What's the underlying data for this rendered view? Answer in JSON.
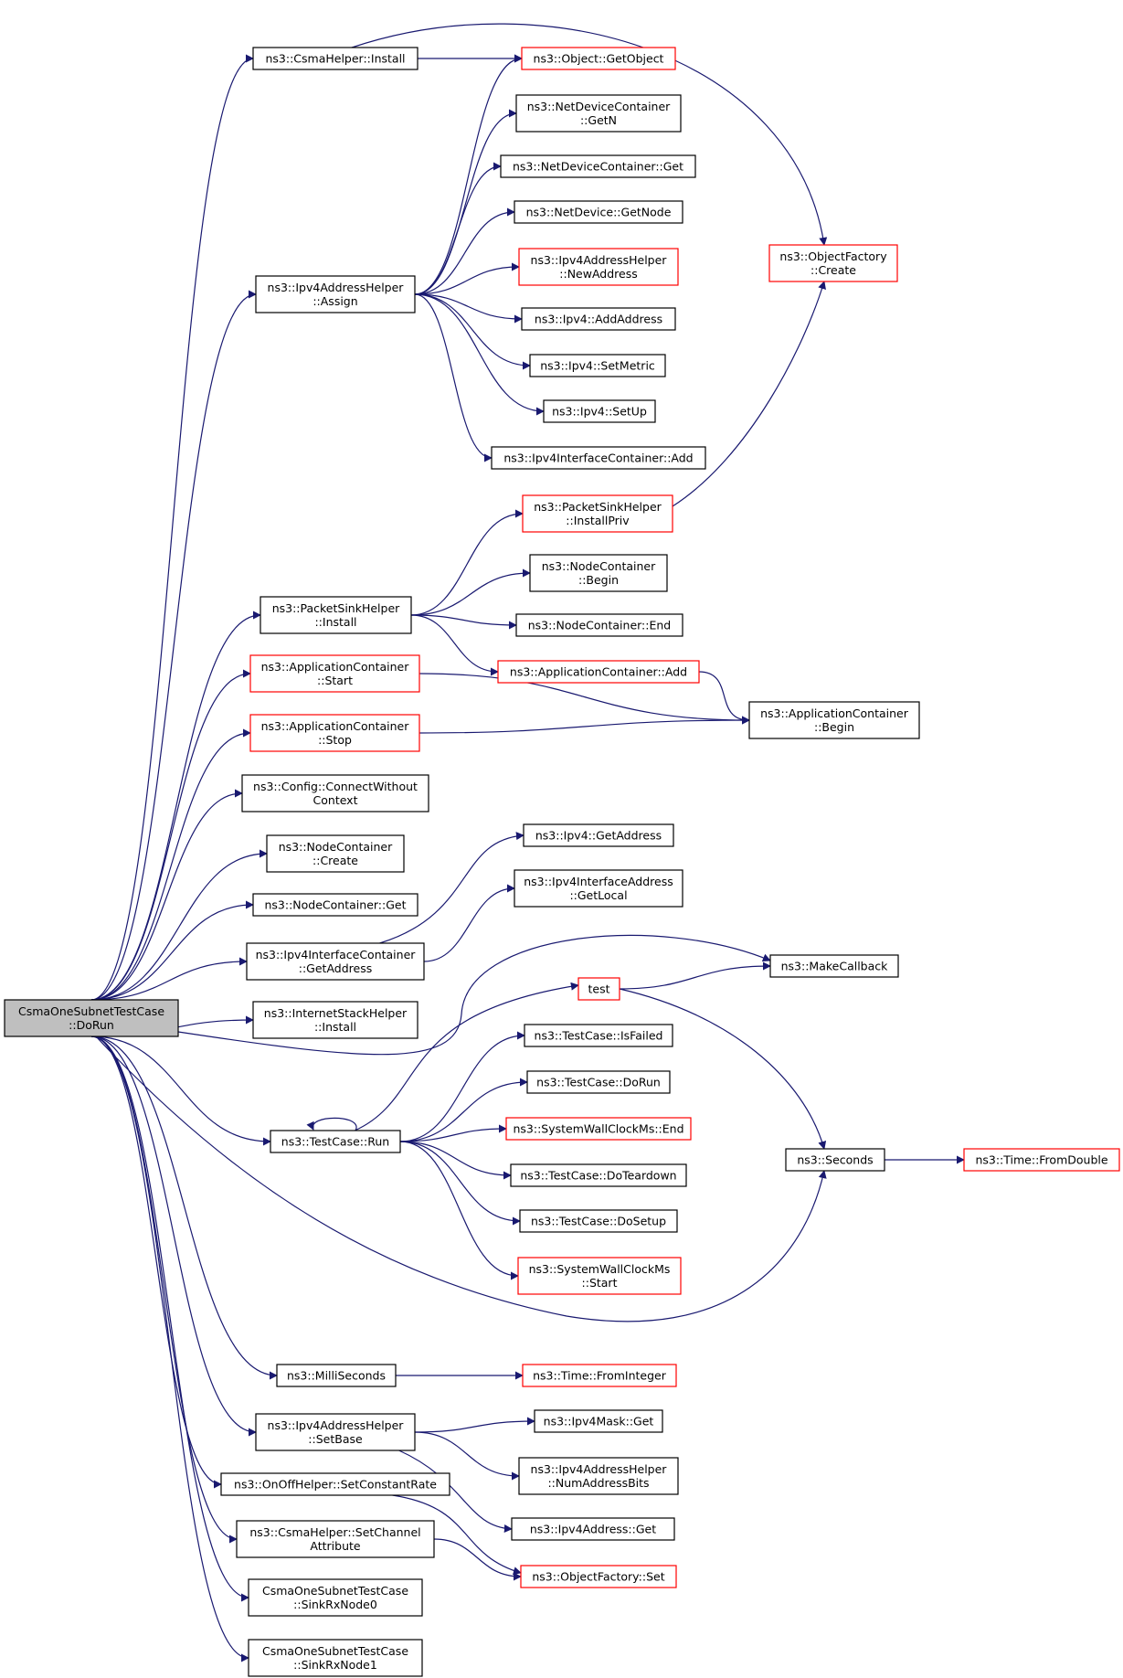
{
  "edge_color": "#191970",
  "red_border_color": "#ff0000",
  "root_fill_color": "#bfbfbf",
  "nodes": [
    {
      "id": "root",
      "lines": [
        "CsmaOneSubnetTestCase",
        "::DoRun"
      ],
      "style": "root"
    },
    {
      "id": "csma_install",
      "lines": [
        "ns3::CsmaHelper::Install"
      ],
      "style": "black"
    },
    {
      "id": "getobject",
      "lines": [
        "ns3::Object::GetObject"
      ],
      "style": "red"
    },
    {
      "id": "ndc_getn",
      "lines": [
        "ns3::NetDeviceContainer",
        "::GetN"
      ],
      "style": "black"
    },
    {
      "id": "ndc_get",
      "lines": [
        "ns3::NetDeviceContainer::Get"
      ],
      "style": "black"
    },
    {
      "id": "nd_getnode",
      "lines": [
        "ns3::NetDevice::GetNode"
      ],
      "style": "black"
    },
    {
      "id": "of_create",
      "lines": [
        "ns3::ObjectFactory",
        "::Create"
      ],
      "style": "red"
    },
    {
      "id": "ipv4ah_assign",
      "lines": [
        "ns3::Ipv4AddressHelper",
        "::Assign"
      ],
      "style": "black"
    },
    {
      "id": "ipv4ah_newaddr",
      "lines": [
        "ns3::Ipv4AddressHelper",
        "::NewAddress"
      ],
      "style": "red"
    },
    {
      "id": "ipv4_addaddr",
      "lines": [
        "ns3::Ipv4::AddAddress"
      ],
      "style": "black"
    },
    {
      "id": "ipv4_setmetric",
      "lines": [
        "ns3::Ipv4::SetMetric"
      ],
      "style": "black"
    },
    {
      "id": "ipv4_setup",
      "lines": [
        "ns3::Ipv4::SetUp"
      ],
      "style": "black"
    },
    {
      "id": "ipv4ic_add",
      "lines": [
        "ns3::Ipv4InterfaceContainer::Add"
      ],
      "style": "black"
    },
    {
      "id": "psh_installpriv",
      "lines": [
        "ns3::PacketSinkHelper",
        "::InstallPriv"
      ],
      "style": "red"
    },
    {
      "id": "nc_begin",
      "lines": [
        "ns3::NodeContainer",
        "::Begin"
      ],
      "style": "black"
    },
    {
      "id": "psh_install",
      "lines": [
        "ns3::PacketSinkHelper",
        "::Install"
      ],
      "style": "black"
    },
    {
      "id": "nc_end",
      "lines": [
        "ns3::NodeContainer::End"
      ],
      "style": "black"
    },
    {
      "id": "ac_start",
      "lines": [
        "ns3::ApplicationContainer",
        "::Start"
      ],
      "style": "red"
    },
    {
      "id": "ac_add",
      "lines": [
        "ns3::ApplicationContainer::Add"
      ],
      "style": "red"
    },
    {
      "id": "ac_begin",
      "lines": [
        "ns3::ApplicationContainer",
        "::Begin"
      ],
      "style": "black"
    },
    {
      "id": "ac_stop",
      "lines": [
        "ns3::ApplicationContainer",
        "::Stop"
      ],
      "style": "red"
    },
    {
      "id": "config_cwc",
      "lines": [
        "ns3::Config::ConnectWithout",
        "Context"
      ],
      "style": "black"
    },
    {
      "id": "nc_create",
      "lines": [
        "ns3::NodeContainer",
        "::Create"
      ],
      "style": "black"
    },
    {
      "id": "ipv4_getaddress",
      "lines": [
        "ns3::Ipv4::GetAddress"
      ],
      "style": "black"
    },
    {
      "id": "ipv4ia_getlocal",
      "lines": [
        "ns3::Ipv4InterfaceAddress",
        "::GetLocal"
      ],
      "style": "black"
    },
    {
      "id": "nc_get",
      "lines": [
        "ns3::NodeContainer::Get"
      ],
      "style": "black"
    },
    {
      "id": "ipv4ic_getaddress",
      "lines": [
        "ns3::Ipv4InterfaceContainer",
        "::GetAddress"
      ],
      "style": "black"
    },
    {
      "id": "makecallback",
      "lines": [
        "ns3::MakeCallback"
      ],
      "style": "black"
    },
    {
      "id": "test",
      "lines": [
        "test"
      ],
      "style": "red"
    },
    {
      "id": "ish_install",
      "lines": [
        "ns3::InternetStackHelper",
        "::Install"
      ],
      "style": "black"
    },
    {
      "id": "tc_isfailed",
      "lines": [
        "ns3::TestCase::IsFailed"
      ],
      "style": "black"
    },
    {
      "id": "tc_dorun",
      "lines": [
        "ns3::TestCase::DoRun"
      ],
      "style": "black"
    },
    {
      "id": "swcm_end",
      "lines": [
        "ns3::SystemWallClockMs::End"
      ],
      "style": "red"
    },
    {
      "id": "tc_run",
      "lines": [
        "ns3::TestCase::Run"
      ],
      "style": "black"
    },
    {
      "id": "seconds",
      "lines": [
        "ns3::Seconds"
      ],
      "style": "black"
    },
    {
      "id": "time_fromdouble",
      "lines": [
        "ns3::Time::FromDouble"
      ],
      "style": "red"
    },
    {
      "id": "tc_doteardown",
      "lines": [
        "ns3::TestCase::DoTeardown"
      ],
      "style": "black"
    },
    {
      "id": "tc_dosetup",
      "lines": [
        "ns3::TestCase::DoSetup"
      ],
      "style": "black"
    },
    {
      "id": "swcm_start",
      "lines": [
        "ns3::SystemWallClockMs",
        "::Start"
      ],
      "style": "red"
    },
    {
      "id": "milliseconds",
      "lines": [
        "ns3::MilliSeconds"
      ],
      "style": "black"
    },
    {
      "id": "time_frominteger",
      "lines": [
        "ns3::Time::FromInteger"
      ],
      "style": "red"
    },
    {
      "id": "ipv4ah_setbase",
      "lines": [
        "ns3::Ipv4AddressHelper",
        "::SetBase"
      ],
      "style": "black"
    },
    {
      "id": "ipv4mask_get",
      "lines": [
        "ns3::Ipv4Mask::Get"
      ],
      "style": "black"
    },
    {
      "id": "ipv4ah_numbits",
      "lines": [
        "ns3::Ipv4AddressHelper",
        "::NumAddressBits"
      ],
      "style": "black"
    },
    {
      "id": "ooh_setcr",
      "lines": [
        "ns3::OnOffHelper::SetConstantRate"
      ],
      "style": "black"
    },
    {
      "id": "ipv4addr_get",
      "lines": [
        "ns3::Ipv4Address::Get"
      ],
      "style": "black"
    },
    {
      "id": "csma_setchattr",
      "lines": [
        "ns3::CsmaHelper::SetChannel",
        "Attribute"
      ],
      "style": "black"
    },
    {
      "id": "of_set",
      "lines": [
        "ns3::ObjectFactory::Set"
      ],
      "style": "red"
    },
    {
      "id": "sinkrx0",
      "lines": [
        "CsmaOneSubnetTestCase",
        "::SinkRxNode0"
      ],
      "style": "black"
    },
    {
      "id": "sinkrx1",
      "lines": [
        "CsmaOneSubnetTestCase",
        "::SinkRxNode1"
      ],
      "style": "black"
    }
  ],
  "edges": [
    {
      "from": "root",
      "to": "csma_install"
    },
    {
      "from": "root",
      "to": "ipv4ah_assign"
    },
    {
      "from": "root",
      "to": "psh_install"
    },
    {
      "from": "root",
      "to": "ac_start"
    },
    {
      "from": "root",
      "to": "ac_stop"
    },
    {
      "from": "root",
      "to": "config_cwc"
    },
    {
      "from": "root",
      "to": "nc_create"
    },
    {
      "from": "root",
      "to": "nc_get"
    },
    {
      "from": "root",
      "to": "ipv4ic_getaddress"
    },
    {
      "from": "root",
      "to": "ish_install"
    },
    {
      "from": "root",
      "to": "makecallback"
    },
    {
      "from": "root",
      "to": "tc_run"
    },
    {
      "from": "root",
      "to": "seconds"
    },
    {
      "from": "root",
      "to": "milliseconds"
    },
    {
      "from": "root",
      "to": "ipv4ah_setbase"
    },
    {
      "from": "root",
      "to": "ooh_setcr"
    },
    {
      "from": "root",
      "to": "csma_setchattr"
    },
    {
      "from": "root",
      "to": "sinkrx0"
    },
    {
      "from": "root",
      "to": "sinkrx1"
    },
    {
      "from": "csma_install",
      "to": "getobject"
    },
    {
      "from": "csma_install",
      "to": "of_create"
    },
    {
      "from": "ipv4ah_assign",
      "to": "getobject"
    },
    {
      "from": "ipv4ah_assign",
      "to": "ndc_getn"
    },
    {
      "from": "ipv4ah_assign",
      "to": "ndc_get"
    },
    {
      "from": "ipv4ah_assign",
      "to": "nd_getnode"
    },
    {
      "from": "ipv4ah_assign",
      "to": "ipv4ah_newaddr"
    },
    {
      "from": "ipv4ah_assign",
      "to": "ipv4_addaddr"
    },
    {
      "from": "ipv4ah_assign",
      "to": "ipv4_setmetric"
    },
    {
      "from": "ipv4ah_assign",
      "to": "ipv4_setup"
    },
    {
      "from": "ipv4ah_assign",
      "to": "ipv4ic_add"
    },
    {
      "from": "psh_installpriv",
      "to": "of_create"
    },
    {
      "from": "psh_install",
      "to": "psh_installpriv"
    },
    {
      "from": "psh_install",
      "to": "nc_begin"
    },
    {
      "from": "psh_install",
      "to": "nc_end"
    },
    {
      "from": "psh_install",
      "to": "ac_add"
    },
    {
      "from": "ac_start",
      "to": "ac_begin"
    },
    {
      "from": "ac_add",
      "to": "ac_begin"
    },
    {
      "from": "ac_stop",
      "to": "ac_begin"
    },
    {
      "from": "ipv4ic_getaddress",
      "to": "ipv4_getaddress"
    },
    {
      "from": "ipv4ic_getaddress",
      "to": "ipv4ia_getlocal"
    },
    {
      "from": "test",
      "to": "makecallback"
    },
    {
      "from": "test",
      "to": "seconds"
    },
    {
      "from": "tc_run",
      "to": "tc_run"
    },
    {
      "from": "tc_run",
      "to": "test"
    },
    {
      "from": "tc_run",
      "to": "tc_isfailed"
    },
    {
      "from": "tc_run",
      "to": "tc_dorun"
    },
    {
      "from": "tc_run",
      "to": "swcm_end"
    },
    {
      "from": "tc_run",
      "to": "tc_doteardown"
    },
    {
      "from": "tc_run",
      "to": "tc_dosetup"
    },
    {
      "from": "tc_run",
      "to": "swcm_start"
    },
    {
      "from": "seconds",
      "to": "time_fromdouble"
    },
    {
      "from": "milliseconds",
      "to": "time_frominteger"
    },
    {
      "from": "ipv4ah_setbase",
      "to": "ipv4mask_get"
    },
    {
      "from": "ipv4ah_setbase",
      "to": "ipv4ah_numbits"
    },
    {
      "from": "ipv4ah_setbase",
      "to": "ipv4addr_get"
    },
    {
      "from": "ooh_setcr",
      "to": "of_set"
    },
    {
      "from": "csma_setchattr",
      "to": "of_set"
    }
  ]
}
